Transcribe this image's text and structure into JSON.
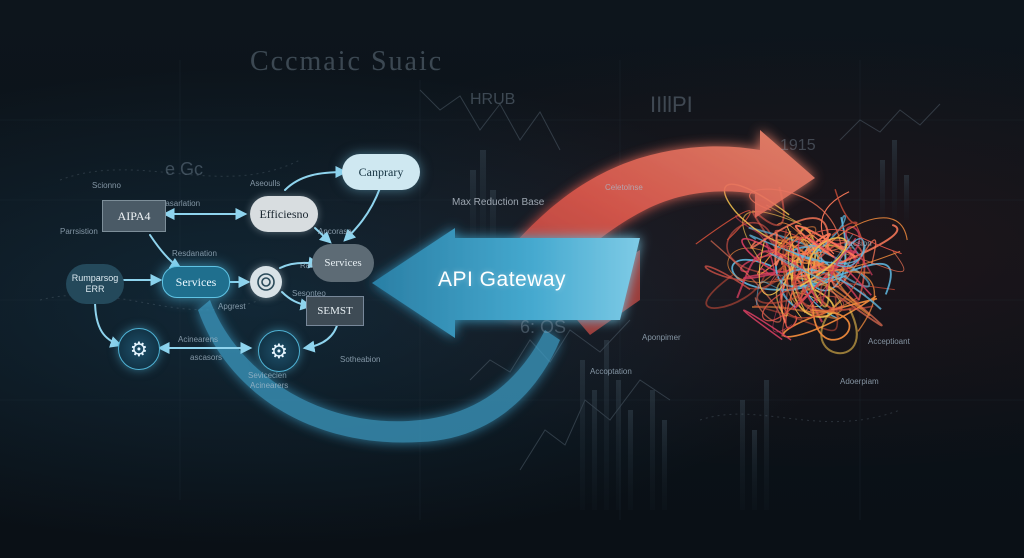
{
  "diagram": {
    "headline": "API Gateway",
    "left_network": {
      "apiapi_box": "AIPA4",
      "efficiency_cloud": "Efficiesno",
      "company_cloud": "Canprary",
      "services_node": "Services",
      "services_cloud": "Services",
      "semst_box": "SEMST",
      "regional_label_line1": "Rumparsog",
      "regional_label_line2": "ERR"
    },
    "micro_labels": {
      "top_left": "Scionno",
      "kaseriation": "Kasarlation",
      "asecolls": "Aseoulls",
      "parrstion": "Parrsistion",
      "resdanation": "Resdanation",
      "apgrest": "Apgrest",
      "acinearens": "Acinearens",
      "acinearers": "Acinearers",
      "ascasors": "ascasors",
      "sotheabion": "Sotheabion",
      "seviecaien": "Sevicecien",
      "ancorasa": "Ancorasa",
      "rasaspitaa": "Rasasprtaa",
      "sesonteo": "Sesonteo",
      "celebration": "Celetolnse",
      "max_reduction": "Max Reduction Base",
      "aponpimer": "Aponpimer",
      "acceptation": "Accoptation",
      "arccoreant": "Acceptioant",
      "adoerpiam": "Adoerpiam",
      "arcsion": "Arcsion"
    },
    "background_text": {
      "top_large": "Cccmaic Suaic",
      "hrub": "HRUB",
      "ilipi": "IIllPI",
      "year": "1915",
      "os": "6:  OS",
      "egc": "e Gc"
    }
  },
  "colors": {
    "accent_blue": "#4fb3d6",
    "accent_red": "#e0564a",
    "background": "#0b1117"
  },
  "icons": [
    "gear-icon",
    "power-icon"
  ]
}
